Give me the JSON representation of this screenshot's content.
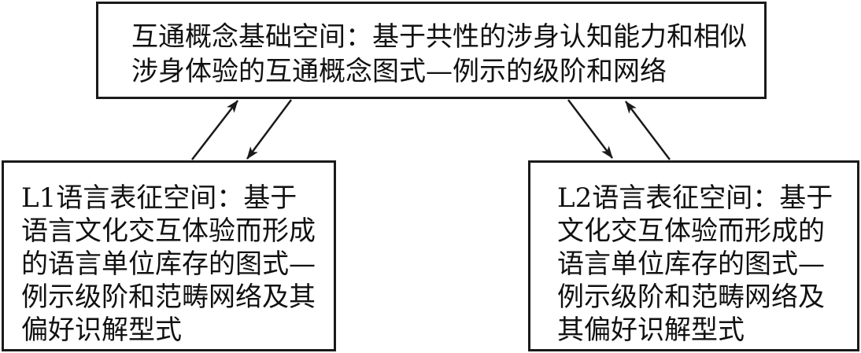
{
  "diagram": {
    "top_box": {
      "text": "互通概念基础空间：基于共性的涉身认知能力和相似涉身体验的互通概念图式—例示的级阶和网络"
    },
    "left_box": {
      "text": "L1语言表征空间：基于语言文化交互体验而形成的语言单位库存的图式—例示级阶和范畴网络及其偏好识解型式"
    },
    "right_box": {
      "text": "L2语言表征空间：基于文化交互体验而形成的语言单位库存的图式—例示级阶和范畴网络及其偏好识解型式"
    },
    "connections": [
      {
        "from": "left_box",
        "to": "top_box"
      },
      {
        "from": "top_box",
        "to": "left_box"
      },
      {
        "from": "top_box",
        "to": "right_box"
      },
      {
        "from": "right_box",
        "to": "top_box"
      }
    ]
  }
}
